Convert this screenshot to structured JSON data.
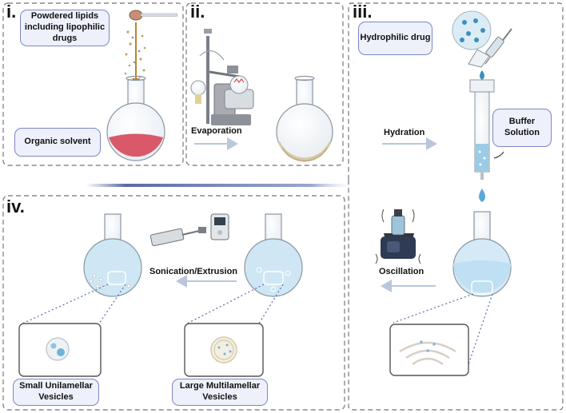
{
  "panels": {
    "i": "i.",
    "ii": "ii.",
    "iii": "iii.",
    "iv": "iv."
  },
  "callouts": {
    "powdered_lipids": "Powdered lipids including lipophilic drugs",
    "organic_solvent": "Organic solvent",
    "hydrophilic_drug": "Hydrophilic drug",
    "buffer_solution": "Buffer Solution",
    "small_unilamellar": "Small Unilamellar Vesicles",
    "large_multilamellar": "Large Multilamellar Vesicles"
  },
  "steps": {
    "evaporation": "Evaporation",
    "hydration": "Hydration",
    "oscillation": "Oscillation",
    "sonication": "Sonication/Extrusion"
  },
  "colors": {
    "panel_border": "#8a8a8a",
    "callout_fill": "#eef1fb",
    "callout_border": "#7c86c4",
    "organic_solvent": "#d9596a",
    "aqueous": "#bfe0f2",
    "arrow": "#b9c6dd",
    "divider": "#5a6aa8"
  }
}
